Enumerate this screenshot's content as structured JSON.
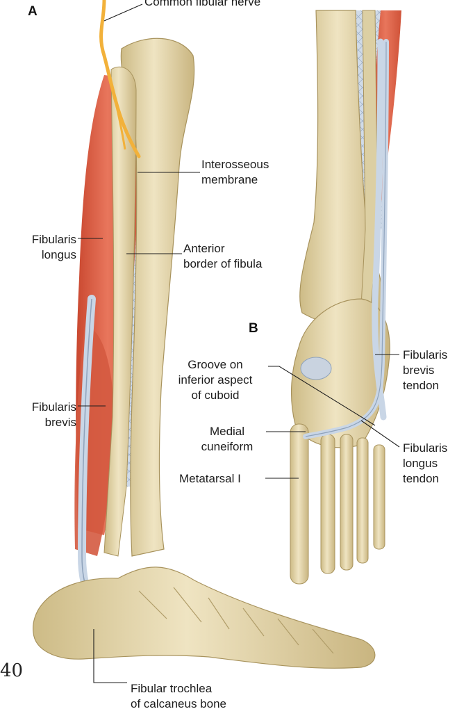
{
  "panels": {
    "a": "A",
    "b": "B"
  },
  "page_number": "40",
  "labels": {
    "common_fibular_nerve": "Common fibular nerve",
    "interosseous_membrane": "Interosseous\nmembrane",
    "fibularis_longus": "Fibularis\nlongus",
    "anterior_border": "Anterior\nborder of fibula",
    "fibularis_brevis": "Fibularis\nbrevis",
    "groove": "Groove on\ninferior aspect\nof cuboid",
    "medial_cuneiform": "Medial\ncuneiform",
    "metatarsal_i": "Metatarsal I",
    "fibularis_brevis_tendon": "Fibularis\nbrevis\ntendon",
    "fibularis_longus_tendon": "Fibularis\nlongus\ntendon",
    "fibular_trochlea": "Fibular trochlea\nof calcaneus bone"
  },
  "colors": {
    "bone": "#e9ddb4",
    "bone_shadow": "#c9b883",
    "muscle": "#e0664d",
    "muscle_dark": "#c24a33",
    "tendon": "#c9d6e6",
    "nerve": "#f2b13a",
    "membrane": "#c7d3e2"
  }
}
